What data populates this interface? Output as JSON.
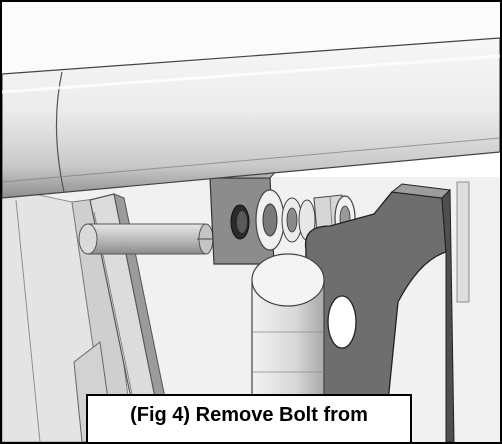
{
  "figure": {
    "caption": "(Fig 4) Remove Bolt from",
    "frame_color": "#000000",
    "background_color": "#ffffff"
  },
  "parts": [
    {
      "name": "crossbar-tube",
      "depicts": "large round horizontal tube across the top"
    },
    {
      "name": "bracket-plate",
      "depicts": "angled mounting plate with hole"
    },
    {
      "name": "pin",
      "depicts": "cylindrical pin on the left"
    },
    {
      "name": "washers",
      "depicts": "washer and nut stack on the bolt"
    },
    {
      "name": "bolt",
      "depicts": "hex bolt head"
    },
    {
      "name": "arm-bracket",
      "depicts": "dark shaped arm bracket on the right"
    },
    {
      "name": "bushing",
      "depicts": "cylindrical bushing in front"
    }
  ]
}
